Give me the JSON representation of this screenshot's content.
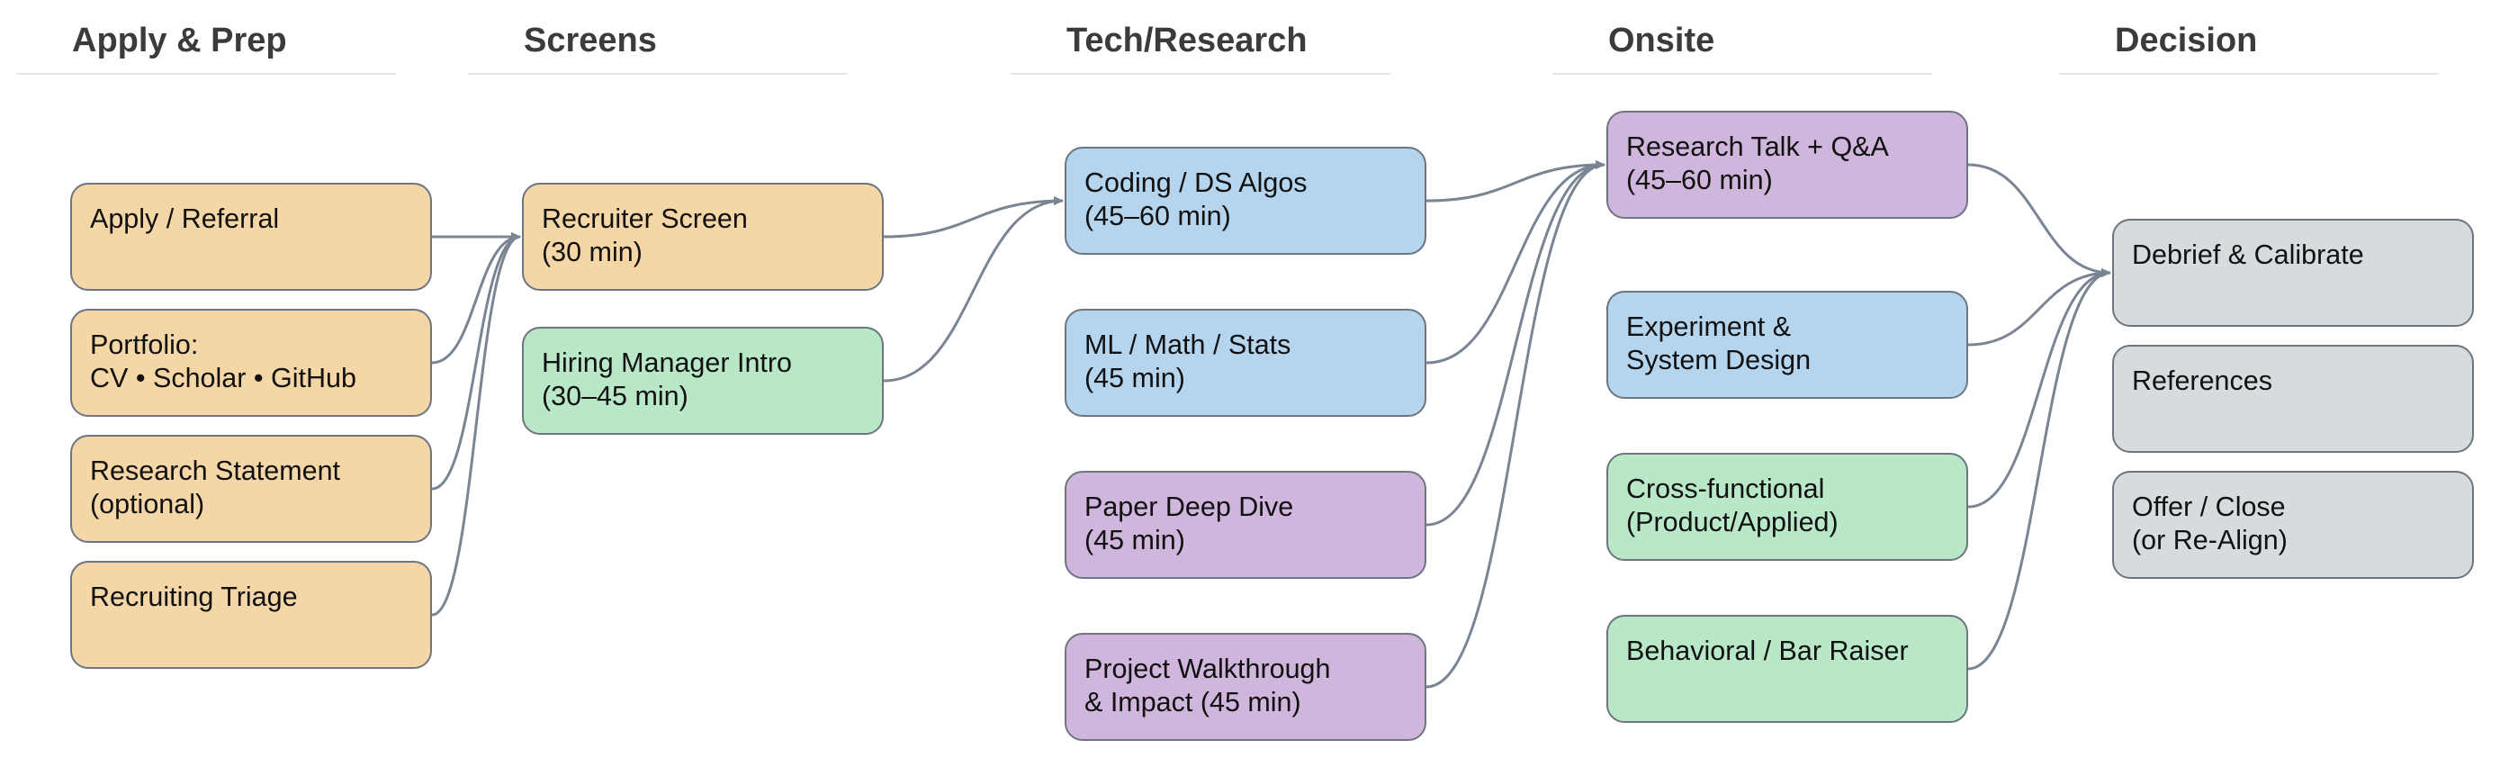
{
  "columns": [
    {
      "title": "Apply & Prep"
    },
    {
      "title": "Screens"
    },
    {
      "title": "Tech/Research"
    },
    {
      "title": "Onsite"
    },
    {
      "title": "Decision"
    }
  ],
  "nodes": {
    "apply_referral": "Apply / Referral",
    "portfolio": "Portfolio:\nCV • Scholar • GitHub",
    "research_statement": "Research Statement\n(optional)",
    "recruiting_triage": "Recruiting Triage",
    "recruiter_screen": "Recruiter Screen\n(30 min)",
    "hiring_manager_intro": "Hiring Manager Intro\n(30–45 min)",
    "coding_ds_algos": "Coding / DS Algos\n(45–60 min)",
    "ml_math_stats": "ML / Math / Stats\n(45 min)",
    "paper_deep_dive": "Paper Deep Dive\n(45 min)",
    "project_walkthrough": "Project Walkthrough\n& Impact (45 min)",
    "research_talk": "Research Talk + Q&A\n(45–60 min)",
    "experiment_system_design": "Experiment &\nSystem Design",
    "cross_functional": "Cross-functional\n(Product/Applied)",
    "behavioral_bar_raiser": "Behavioral / Bar Raiser",
    "debrief_calibrate": "Debrief & Calibrate",
    "references": "References",
    "offer_close": "Offer / Close\n(or Re-Align)"
  },
  "colors": {
    "orange": "#f5d6a6",
    "green": "#b8e8c7",
    "blue": "#b5d5ee",
    "purple": "#d0b5dc",
    "gray": "#d6dcdd",
    "connector": "#7a8593",
    "border": "#6c7580"
  }
}
